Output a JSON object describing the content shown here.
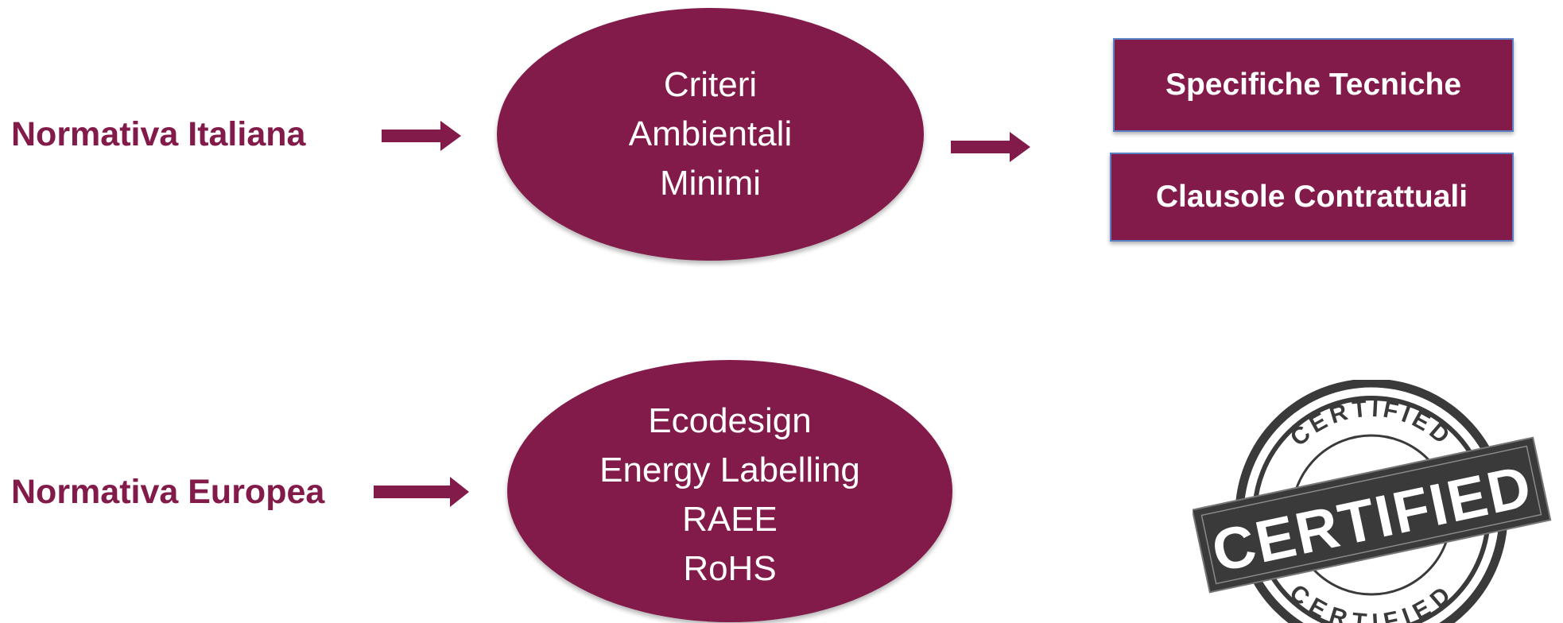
{
  "colors": {
    "primary": "#821a4a",
    "stamp": "#3a3a3a"
  },
  "italian": {
    "label": "Normativa Italiana",
    "ellipse": {
      "line1": "Criteri",
      "line2": "Ambientali",
      "line3": "Minimi"
    },
    "outputs": {
      "box1": "Specifiche Tecniche",
      "box2": "Clausole Contrattuali"
    }
  },
  "european": {
    "label": "Normativa Europea",
    "ellipse": {
      "line1": "Ecodesign",
      "line2": "Energy Labelling",
      "line3": "RAEE",
      "line4": "RoHS"
    }
  },
  "stamp": {
    "top_text": "CERTIFIED",
    "band_text": "CERTIFIED",
    "bottom_text": "CERTIFIED"
  }
}
